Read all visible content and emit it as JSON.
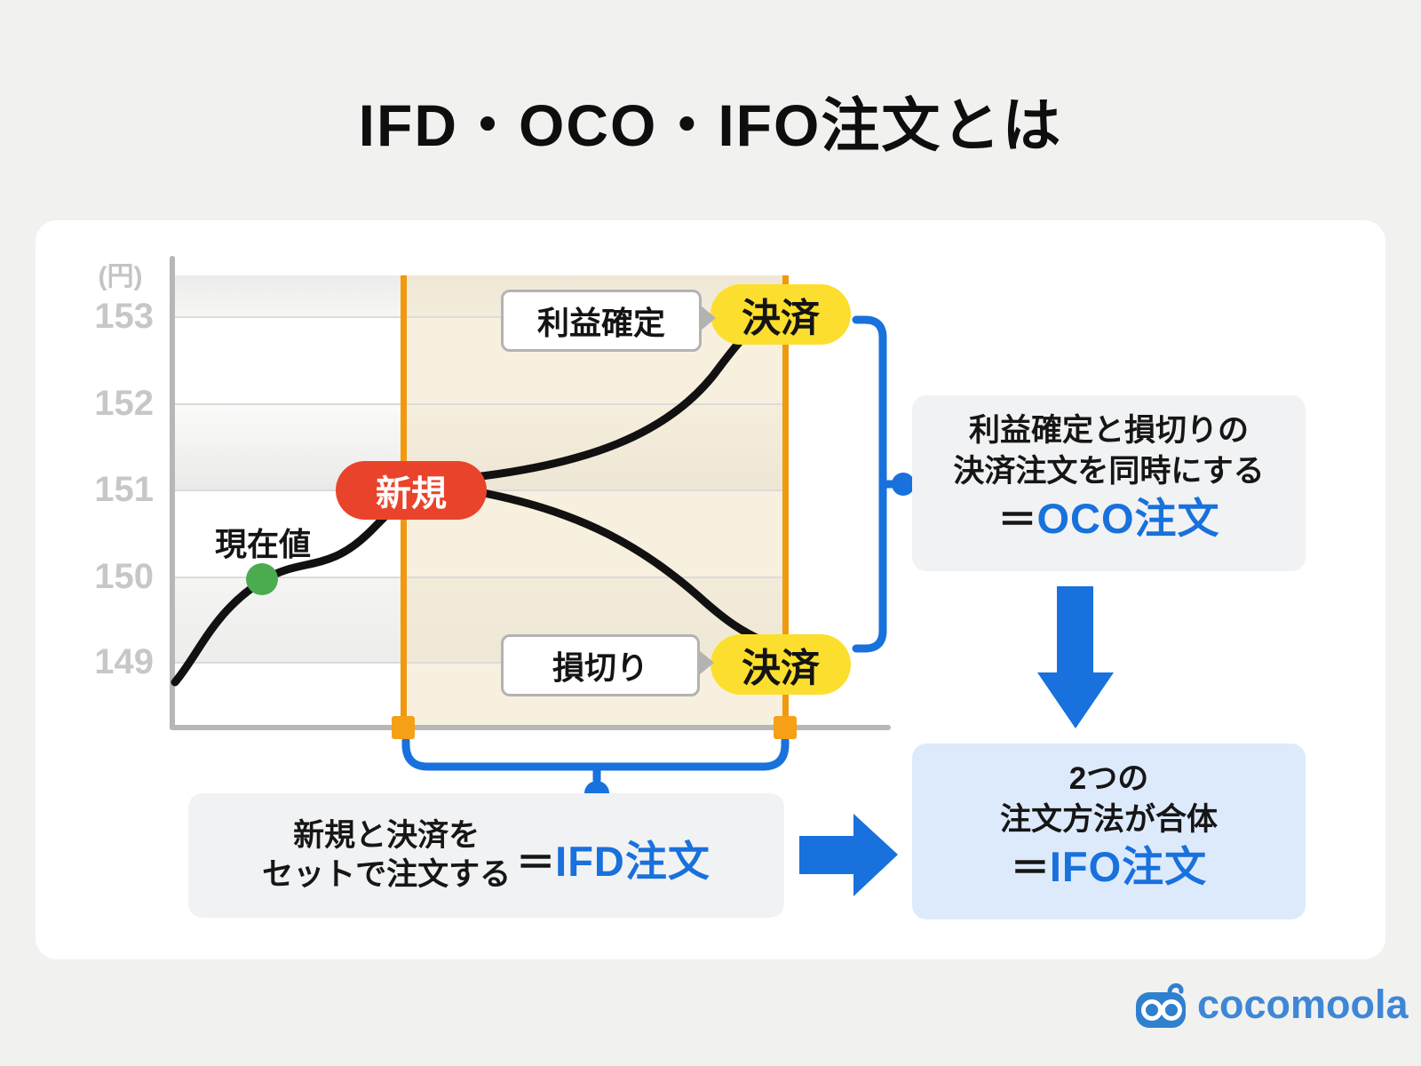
{
  "page": {
    "title": "IFD・OCO・IFO注文とは"
  },
  "chart": {
    "unit_label": "(円)",
    "y_ticks": [
      "153",
      "152",
      "151",
      "150",
      "149"
    ],
    "current_price_label": "現在値",
    "new_order_label": "新規",
    "take_profit_label": "利益確定",
    "stop_loss_label": "損切り",
    "settlement_top_label": "決済",
    "settlement_bottom_label": "決済"
  },
  "notes": {
    "oco": {
      "line1": "利益確定と損切りの",
      "line2": "決済注文を同時にする",
      "equals": "＝",
      "name": "OCO注文"
    },
    "ifd": {
      "line1": "新規と決済を",
      "line2": "セットで注文する",
      "equals": "＝",
      "name": "IFD注文"
    },
    "ifo": {
      "line1": "2つの",
      "line2": "注文方法が合体",
      "equals": "＝",
      "name": "IFO注文"
    }
  },
  "logo": {
    "text": "cocomoola"
  },
  "colors": {
    "accent_blue": "#1871DC",
    "orange": "#F0990F",
    "red_pill": "#E9442B",
    "yellow_pill": "#FCDF2E",
    "green_dot": "#4BAB4F",
    "axis_gray": "#B7B7B5",
    "note_gray_bg": "#F1F2F3",
    "note_blue_bg": "#DDEAFC",
    "beige_zone": "#F6EDDC"
  }
}
